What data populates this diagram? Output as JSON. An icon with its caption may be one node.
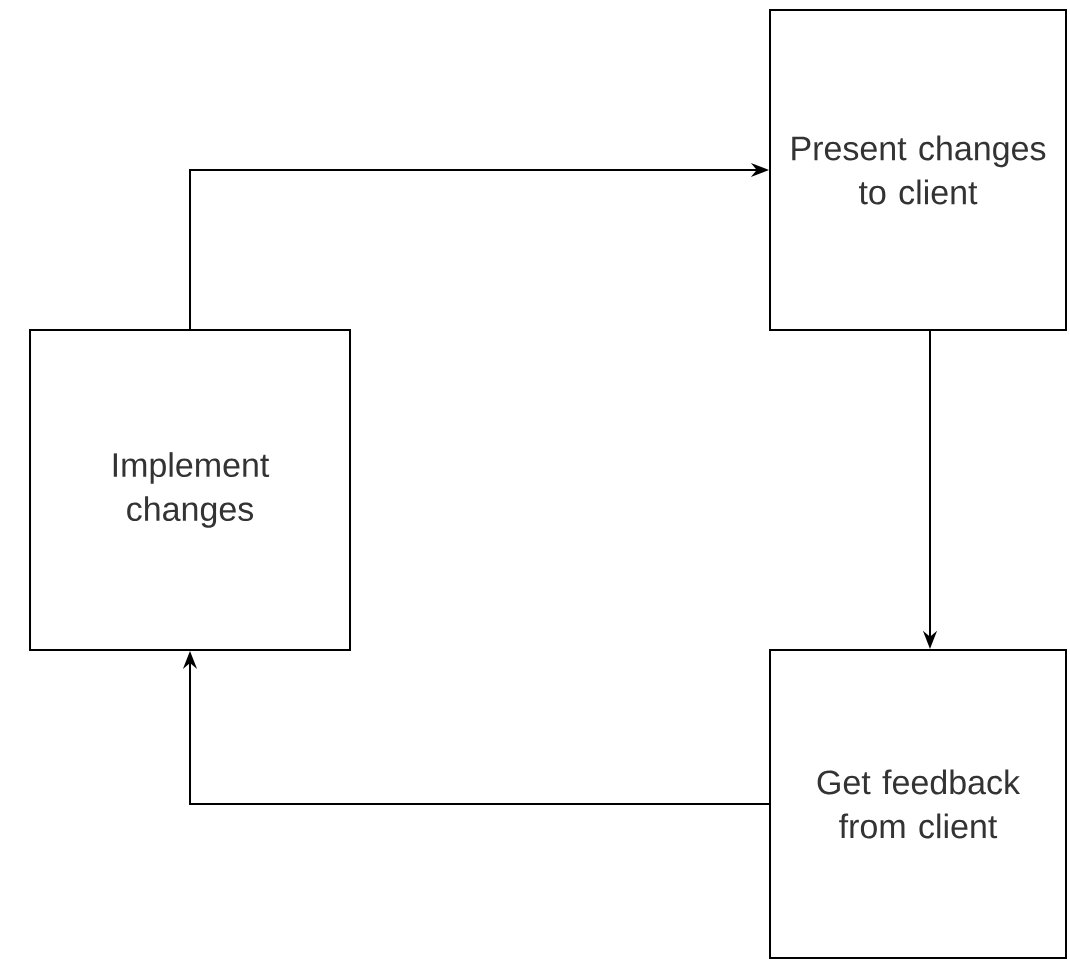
{
  "diagram": {
    "nodes": [
      {
        "text": [
          "Implement changes"
        ]
      },
      {
        "text": [
          "Present changes to client"
        ]
      },
      {
        "text": [
          "Get feedback from client"
        ]
      }
    ],
    "edges": [
      {
        "from": 0,
        "to": 1,
        "arrow": "to"
      },
      {
        "from": 1,
        "to": 2,
        "arrow": "to"
      },
      {
        "from": 2,
        "to": 0,
        "arrow": "to"
      }
    ]
  }
}
